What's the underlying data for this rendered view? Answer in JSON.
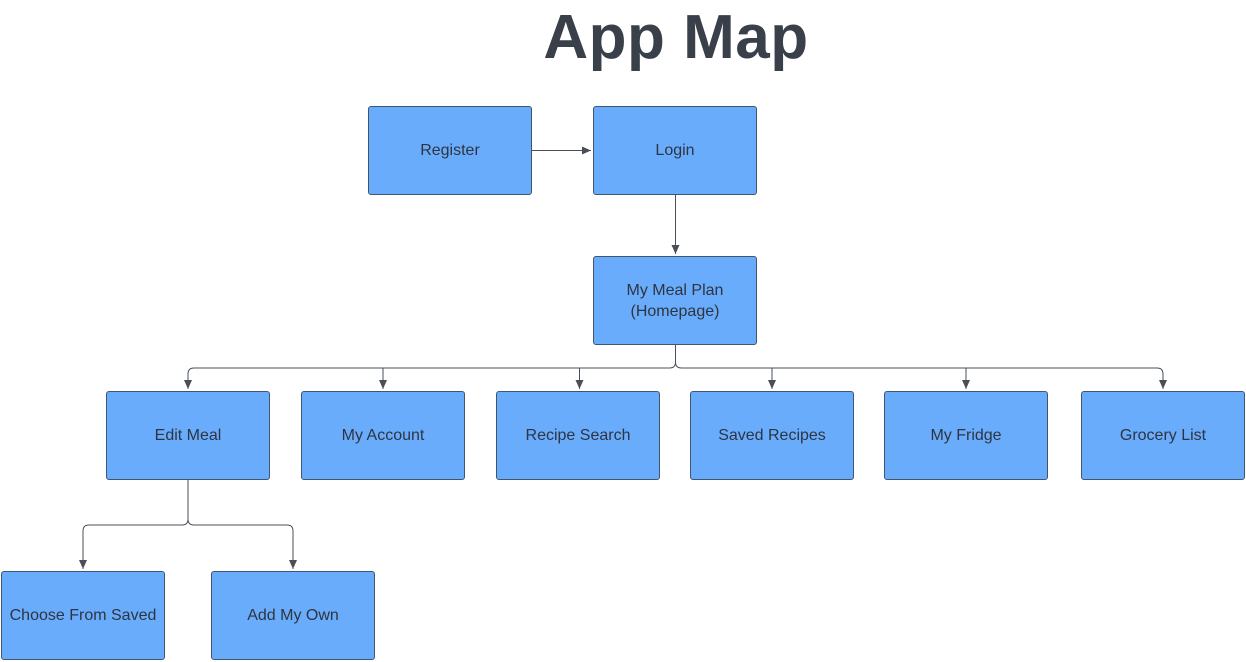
{
  "title": "App Map",
  "nodes": {
    "register": "Register",
    "login": "Login",
    "home": "My Meal Plan\n(Homepage)",
    "edit_meal": "Edit Meal",
    "my_account": "My Account",
    "recipe_search": "Recipe Search",
    "saved_recipes": "Saved Recipes",
    "my_fridge": "My Fridge",
    "grocery_list": "Grocery List",
    "choose_from_saved": "Choose From Saved",
    "add_my_own": "Add My Own"
  },
  "edges": [
    {
      "from": "register",
      "to": "login"
    },
    {
      "from": "login",
      "to": "home"
    },
    {
      "from": "home",
      "to": "edit_meal"
    },
    {
      "from": "home",
      "to": "my_account"
    },
    {
      "from": "home",
      "to": "recipe_search"
    },
    {
      "from": "home",
      "to": "saved_recipes"
    },
    {
      "from": "home",
      "to": "my_fridge"
    },
    {
      "from": "home",
      "to": "grocery_list"
    },
    {
      "from": "edit_meal",
      "to": "choose_from_saved"
    },
    {
      "from": "edit_meal",
      "to": "add_my_own"
    }
  ],
  "colors": {
    "node_fill": "#6aacfc",
    "node_border": "#3f5570",
    "connector": "#4a4f57",
    "title": "#3a4049"
  }
}
